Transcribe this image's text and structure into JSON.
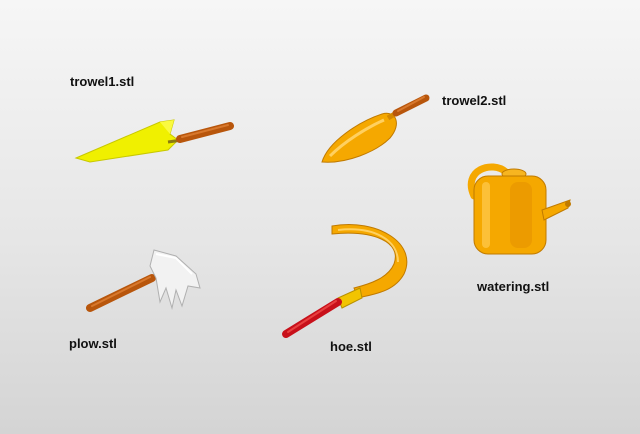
{
  "models": [
    {
      "id": "trowel1",
      "label": "trowel1.stl",
      "icon": "trowel-icon",
      "color": "#f0f000"
    },
    {
      "id": "trowel2",
      "label": "trowel2.stl",
      "icon": "scoop-trowel-icon",
      "color": "#f5a800"
    },
    {
      "id": "watering",
      "label": "watering.stl",
      "icon": "watering-can-icon",
      "color": "#f5a800"
    },
    {
      "id": "plow",
      "label": "plow.stl",
      "icon": "plow-icon",
      "color": "#f2f2f2"
    },
    {
      "id": "hoe",
      "label": "hoe.stl",
      "icon": "hoe-icon",
      "color": "#f5a800"
    }
  ],
  "colors": {
    "handle_brown": "#b8560c",
    "handle_red": "#c8101a",
    "background_top": "#f6f6f6",
    "background_bottom": "#d4d4d4"
  }
}
